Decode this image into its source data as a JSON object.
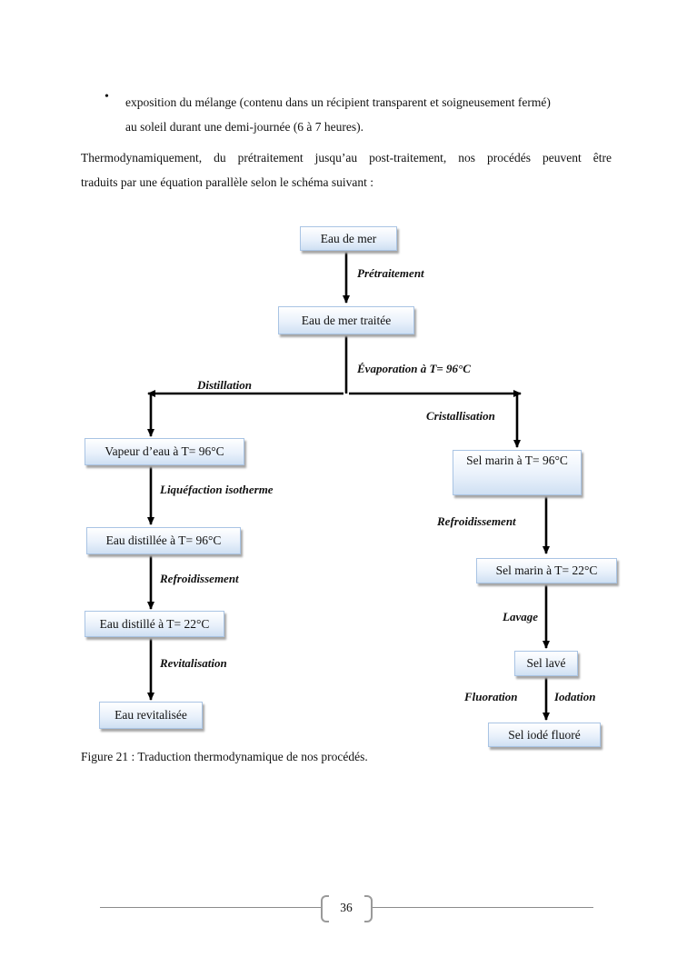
{
  "bullet": {
    "line1": "exposition du mélange (contenu dans un récipient transparent  et soigneusement fermé)",
    "line2": "au soleil durant une demi-journée (6 à 7 heures)."
  },
  "paragraph": {
    "line1": "Thermodynamiquement, du prétraitement jusqu’au post-traitement, nos procédés peuvent être",
    "line2": "traduits par  une équation parallèle selon le schéma suivant :"
  },
  "diagram": {
    "nodes": {
      "eau_de_mer": "Eau de mer",
      "eau_traitee": "Eau de mer traitée",
      "vapeur": "Vapeur d’eau à T= 96°C",
      "eau_distillee_96": "Eau distillée à T= 96°C",
      "eau_distille_22": "Eau distillé à T= 22°C",
      "eau_revitalisee": "Eau revitalisée",
      "sel_96": "Sel marin à T= 96°C",
      "sel_22": "Sel marin à T= 22°C",
      "sel_lave": "Sel lavé",
      "sel_iode_fluore": "Sel iodé fluoré"
    },
    "labels": {
      "pretraitement": "Prétraitement",
      "evaporation": "Évaporation à T= 96°C",
      "distillation": "Distillation",
      "cristallisation": "Cristallisation",
      "liquefaction": "Liquéfaction isotherme",
      "refroidissement_left": "Refroidissement",
      "revitalisation": "Revitalisation",
      "refroidissement_right": "Refroidissement",
      "lavage": "Lavage",
      "fluoration": "Fluoration",
      "iodation": "Iodation"
    }
  },
  "caption": "Figure 21 : Traduction thermodynamique de nos procédés.",
  "page_number": "36"
}
